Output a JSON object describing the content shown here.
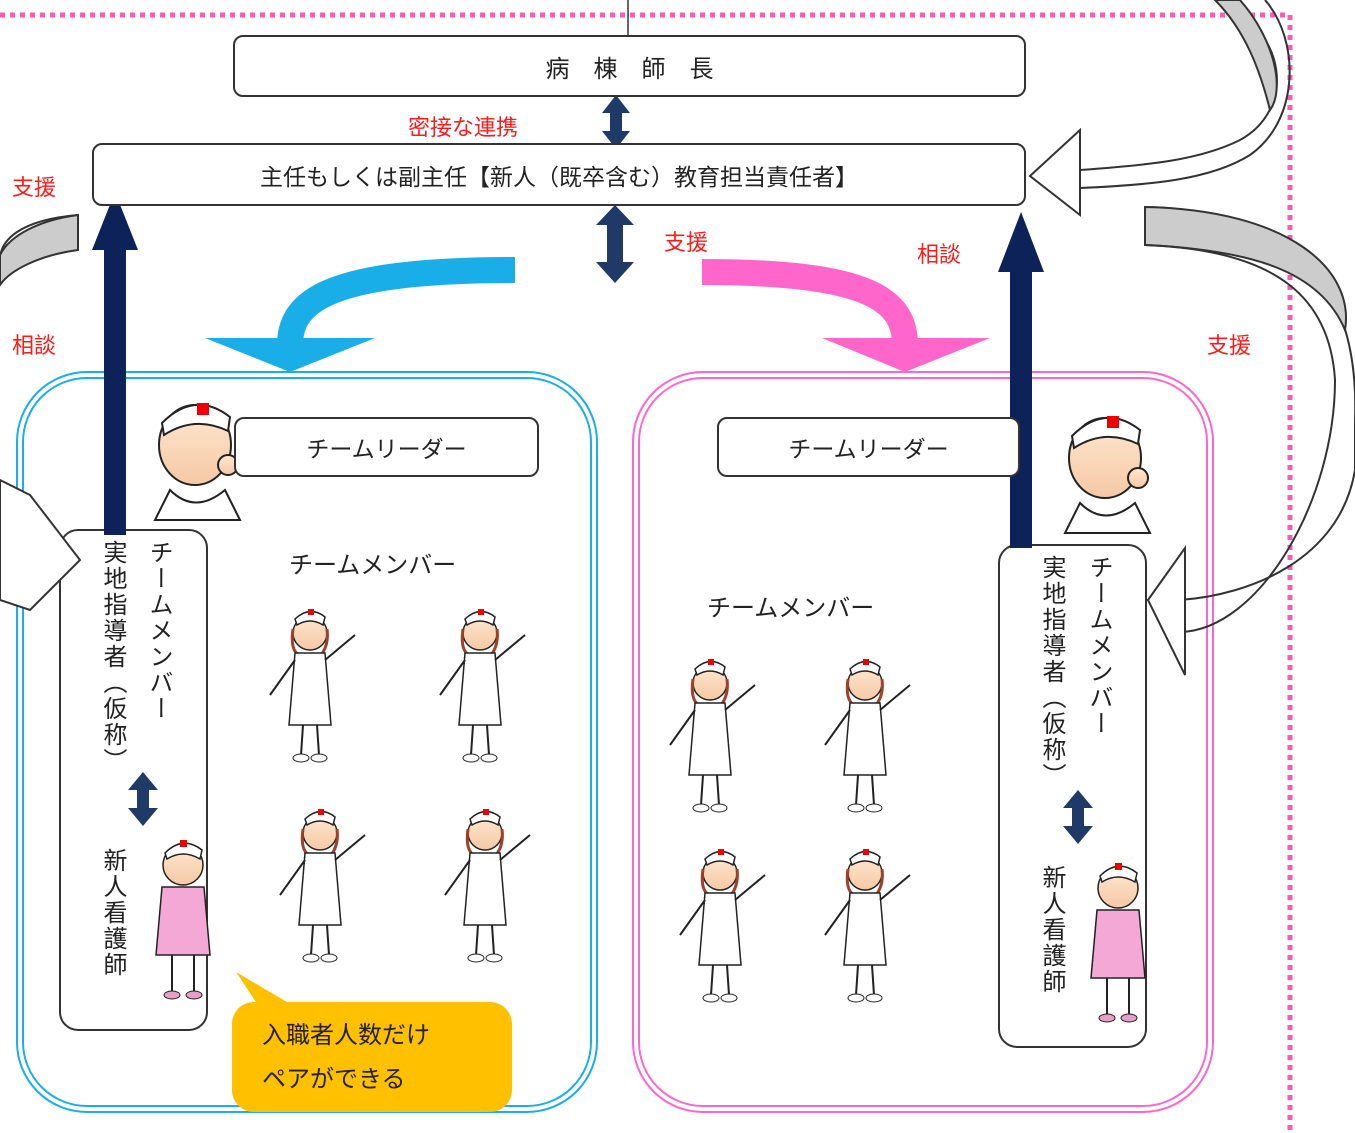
{
  "boxes": {
    "head_nurse": "病　棟　師　長",
    "chief": "主任もしくは副主任【新人（既卒含む）教育担当責任者】",
    "team_leader_left": "チームリーダー",
    "team_leader_right": "チームリーダー"
  },
  "labels": {
    "close_cooperation": "密接な連携",
    "support_left": "支援",
    "consult_left": "相談",
    "support_center": "支援",
    "consult_right": "相談",
    "support_right": "支援",
    "team_member_left": "チームメンバー",
    "team_member_right": "チームメンバー",
    "preceptor_left_a": "チームメンバー",
    "preceptor_left_b": "実地指導者（仮称）",
    "preceptor_right_a": "チームメンバー",
    "preceptor_right_b": "実地指導者（仮称）",
    "new_nurse_left": "新人看護師",
    "new_nurse_right": "新人看護師"
  },
  "callout": {
    "line1": "入職者人数だけ",
    "line2": "ペアができる"
  },
  "colors": {
    "red_text": "#ff1a1a",
    "navy_arrow": "#0d2258",
    "cyan": "#1aaee8",
    "pink": "#ff66cc",
    "callout": "#ffc000",
    "dotted_frame": "#ff5ab4"
  }
}
